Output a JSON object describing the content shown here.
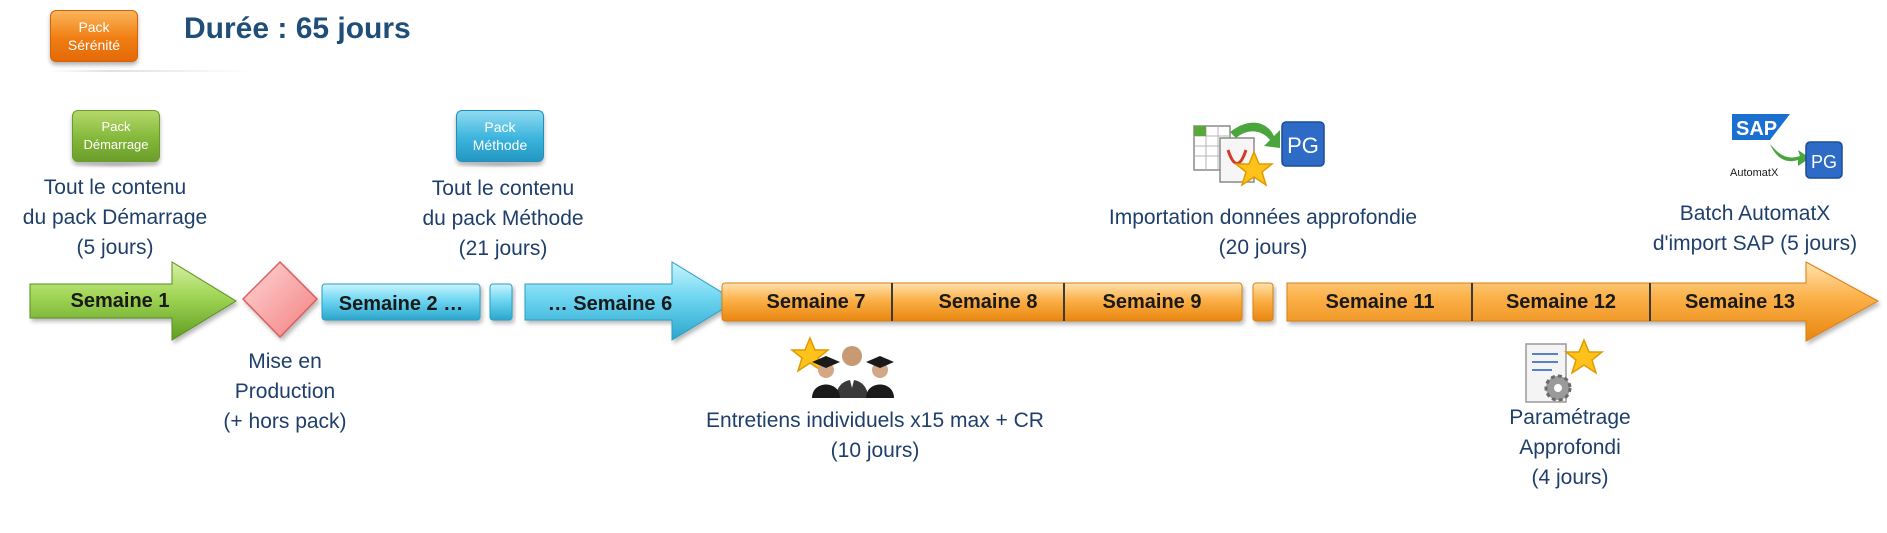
{
  "header": {
    "badge": [
      "Pack",
      "Sérénité"
    ],
    "title": "Durée : 65 jours"
  },
  "packs": {
    "demarrage": [
      "Pack",
      "Démarrage"
    ],
    "methode": [
      "Pack",
      "Méthode"
    ]
  },
  "timeline": {
    "semaine_1": "Semaine 1",
    "semaine_2": "Semaine 2 …",
    "semaine_6": "… Semaine 6",
    "semaine_7": "Semaine 7",
    "semaine_8": "Semaine 8",
    "semaine_9": "Semaine 9",
    "semaine_11": "Semaine 11",
    "semaine_12": "Semaine 12",
    "semaine_13": "Semaine 13"
  },
  "labels": {
    "demarrage": [
      "Tout le contenu",
      "du pack Démarrage",
      "(5 jours)"
    ],
    "methode": [
      "Tout le contenu",
      "du pack Méthode",
      "(21 jours)"
    ],
    "production": [
      "Mise en",
      "Production",
      "(+ hors pack)"
    ],
    "importation": [
      "Importation données approfondie",
      "(20 jours)"
    ],
    "batch": [
      "Batch AutomatX",
      "d'import SAP (5 jours)"
    ],
    "entretiens": [
      "Entretiens individuels x15 max + CR",
      "(10 jours)"
    ],
    "parametrage": [
      "Paramétrage",
      "Approfondi",
      "(4 jours)"
    ]
  },
  "icons": {
    "sap_logo_text": "SAP",
    "automatx_text": "AutomatX",
    "pg_text": "PG"
  },
  "colors": {
    "title": "#1f4e79",
    "label": "#1f3f6b",
    "green": "#83b83a",
    "blue": "#3bb4dd",
    "orange": "#f7a33a",
    "milestone": "#f59898"
  }
}
